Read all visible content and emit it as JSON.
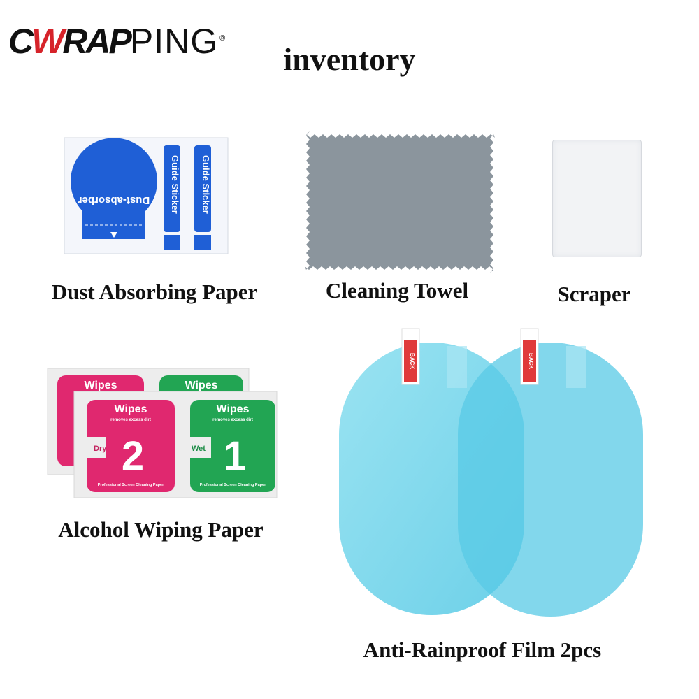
{
  "brand": {
    "logo_text": "CWRAPPING",
    "logo_part_bold": "CWRAP",
    "logo_part_thin": "PING",
    "registered": "®",
    "accent_color": "#d6232a"
  },
  "title": "inventory",
  "items": [
    {
      "label": "Dust Absorbing Paper",
      "print": {
        "circle_text": "Dust-absorber",
        "strip_text": "Guide Sticker",
        "small_text": "Guide Sticker"
      },
      "color": "#1f5fd6"
    },
    {
      "label": "Cleaning Towel",
      "color": "#8b959d"
    },
    {
      "label": "Scraper",
      "color": "#f2f3f5"
    },
    {
      "label": "Alcohol Wiping Paper",
      "print": {
        "brand": "Wipes",
        "sub": "removes excess dirt",
        "dry": "Dry",
        "wet": "Wet",
        "num_dry": "2",
        "num_wet": "1",
        "footer": "Professional Screen Cleaning Paper"
      },
      "colors": {
        "dry": "#e0286f",
        "wet": "#22a553"
      }
    },
    {
      "label": "Anti-Rainproof Film 2pcs",
      "print": {
        "tab": "BACK"
      },
      "color": "#6fd3ea"
    }
  ]
}
